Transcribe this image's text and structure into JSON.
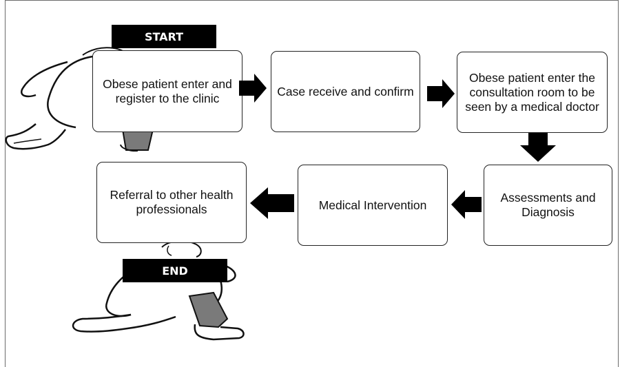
{
  "diagram": {
    "start_label": "START",
    "end_label": "END",
    "steps": [
      "Obese patient enter and register to the clinic",
      "Case receive and confirm",
      "Obese patient enter the consultation room to be seen by a medical doctor",
      "Assessments and Diagnosis",
      "Medical Intervention",
      "Referral to other health professionals"
    ]
  },
  "icons": {
    "start_figure": "walking-person-icon",
    "end_figure": "walking-person-icon",
    "arrows": "block-arrow-icon"
  },
  "colors": {
    "label_bg": "#000000",
    "label_text": "#ffffff",
    "box_border": "#222222",
    "arrow_fill": "#000000",
    "figure_shade": "#7a7a7a"
  }
}
